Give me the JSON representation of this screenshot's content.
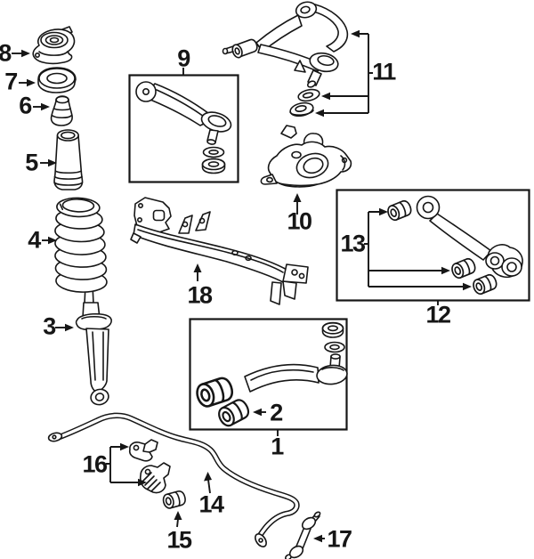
{
  "colors": {
    "background": "#ffffff",
    "line": "#161616"
  },
  "labels": {
    "part1": "1",
    "part2": "2",
    "part3": "3",
    "part4": "4",
    "part5": "5",
    "part6": "6",
    "part7": "7",
    "part8": "8",
    "part9": "9",
    "part10": "10",
    "part11": "11",
    "part12": "12",
    "part13": "13",
    "part14": "14",
    "part15": "15",
    "part16": "16",
    "part17": "17",
    "part18": "18"
  }
}
